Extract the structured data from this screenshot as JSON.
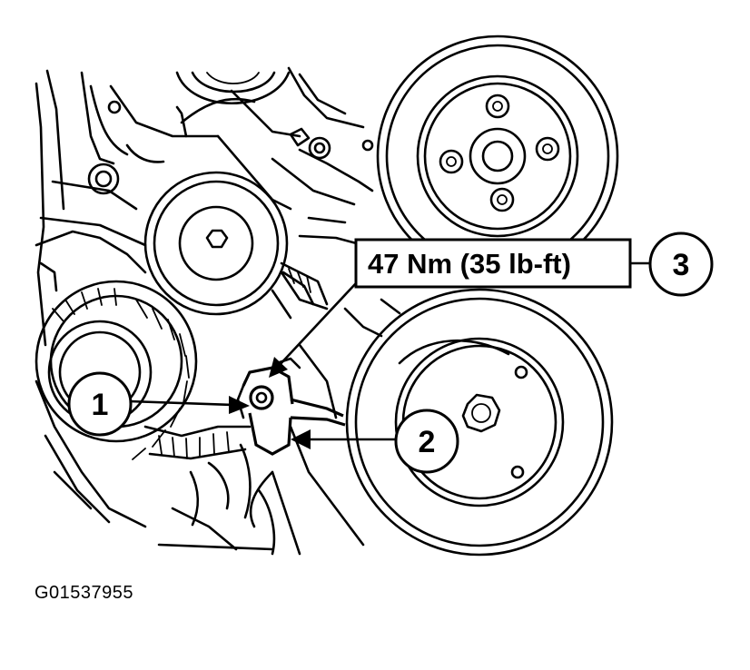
{
  "callouts": {
    "one": "1",
    "two": "2",
    "three": "3"
  },
  "torque_spec": "47 Nm (35 lb-ft)",
  "figure_id": "G01537955",
  "colors": {
    "ink": "#000000",
    "paper": "#ffffff"
  }
}
